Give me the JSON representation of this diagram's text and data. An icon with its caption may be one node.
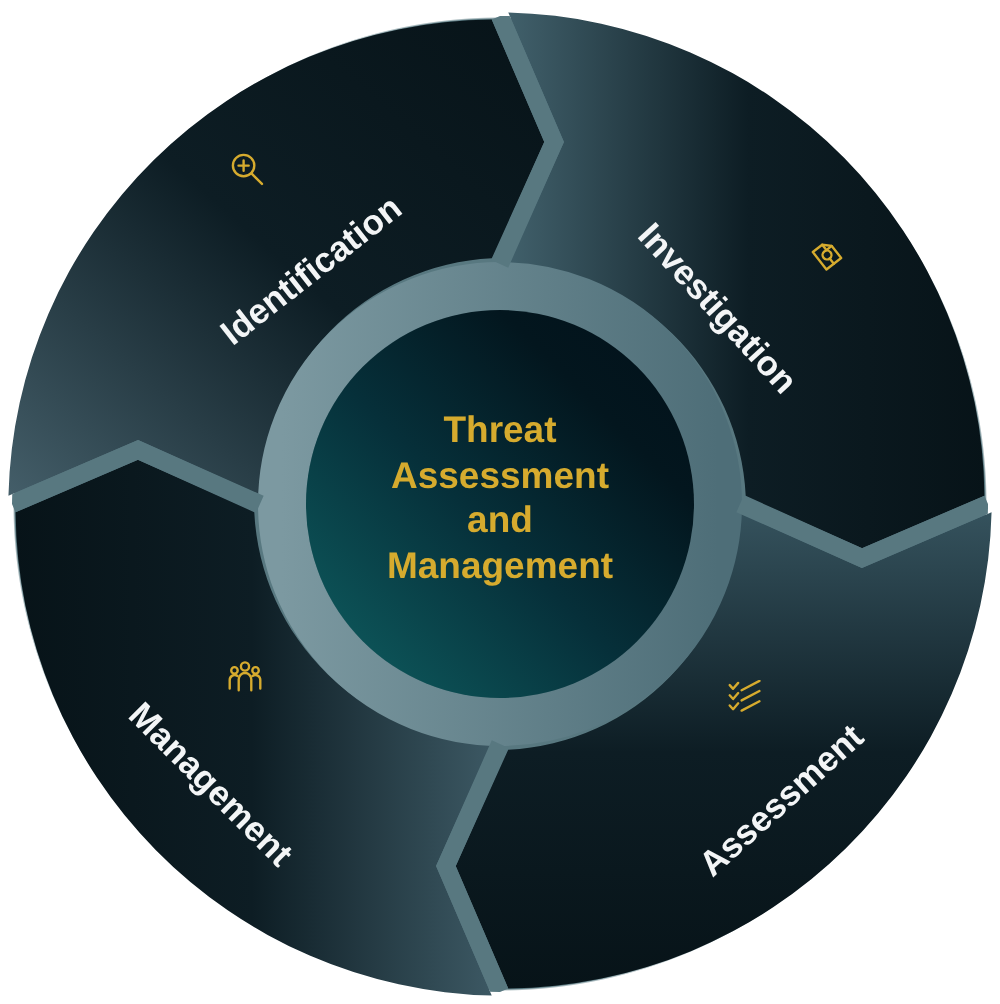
{
  "diagram": {
    "nodes": [
      {
        "text": [
          "Threat Assessment and Management"
        ]
      },
      {
        "text": [
          "Identification"
        ]
      },
      {
        "text": [
          "Investigation"
        ]
      },
      {
        "text": [
          "Assessment"
        ]
      },
      {
        "text": [
          "Management"
        ]
      }
    ]
  }
}
